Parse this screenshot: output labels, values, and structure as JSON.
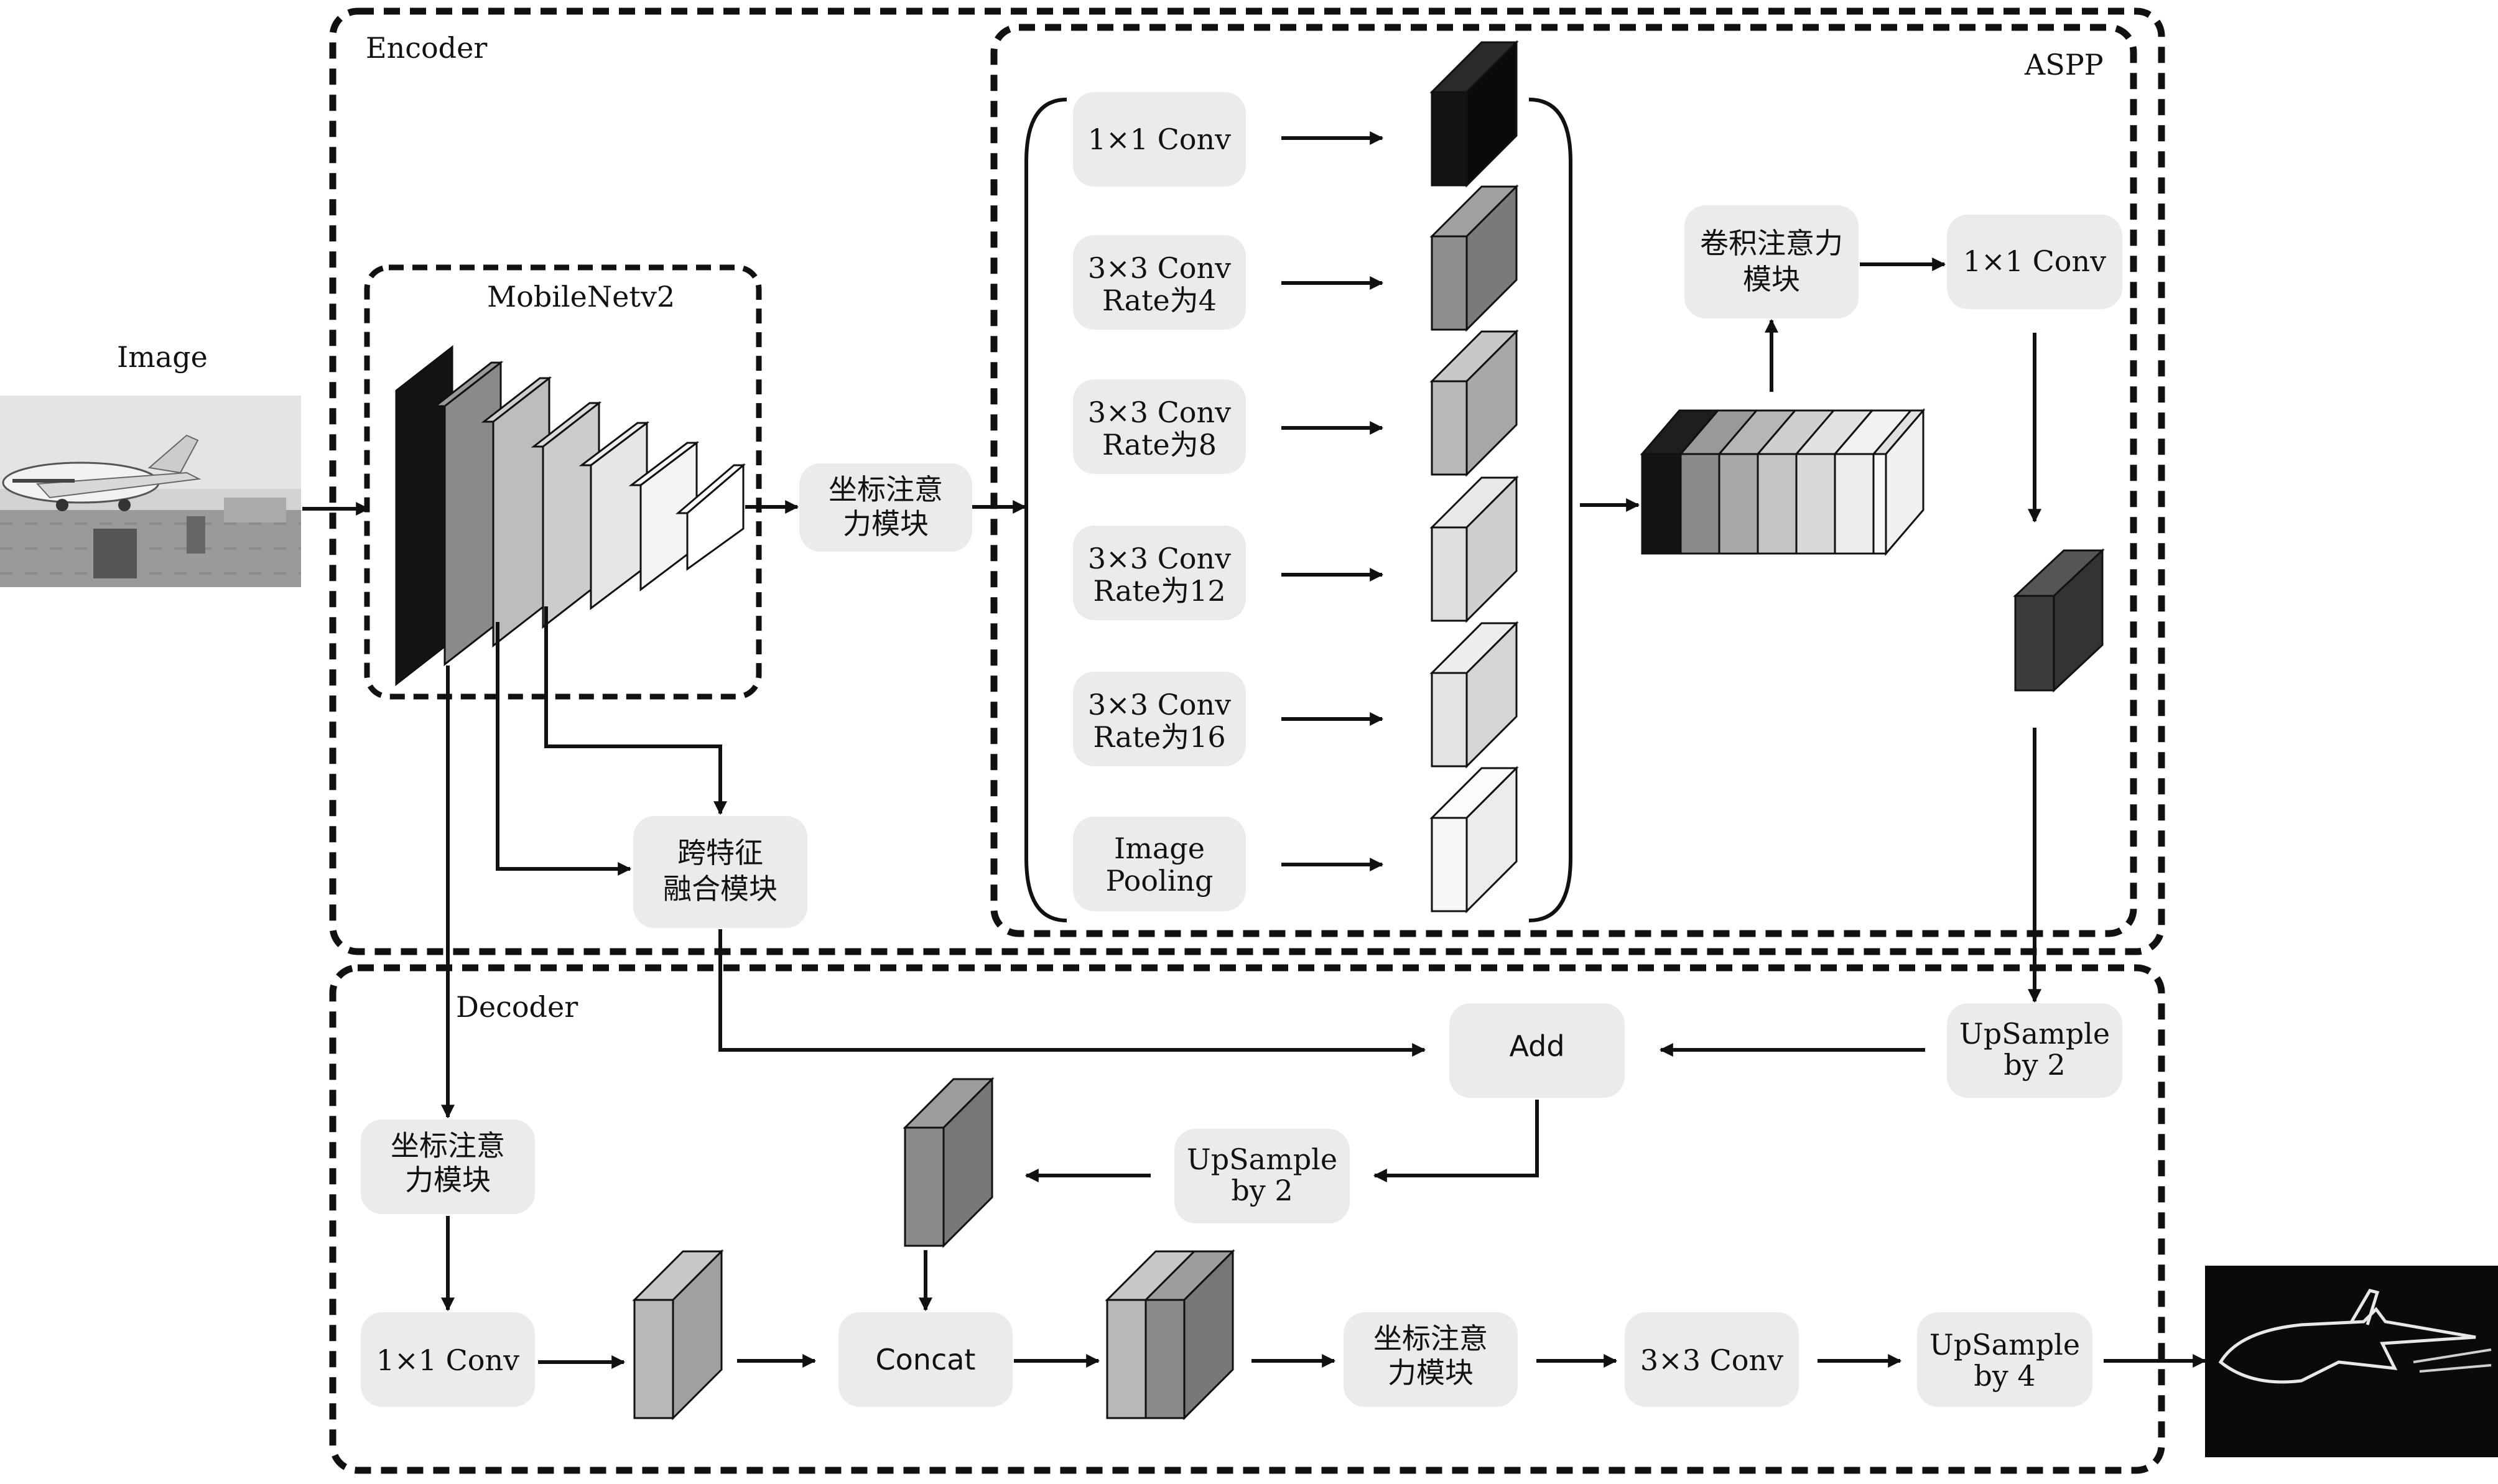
{
  "labels": {
    "input": "Image",
    "encoder": "Encoder",
    "decoder": "Decoder",
    "aspp": "ASPP",
    "mobilenet": "MobileNetv2"
  },
  "blocks": {
    "coord_attn_1": [
      "坐标注意",
      "力模块"
    ],
    "cross_feature": [
      "跨特征",
      "融合模块"
    ],
    "aspp_conv1": [
      "1×1 Conv"
    ],
    "aspp_rate4": [
      "3×3 Conv",
      "Rate为4"
    ],
    "aspp_rate8": [
      "3×3 Conv",
      "Rate为8"
    ],
    "aspp_rate12": [
      "3×3 Conv",
      "Rate为12"
    ],
    "aspp_rate16": [
      "3×3 Conv",
      "Rate为16"
    ],
    "aspp_pool": [
      "Image",
      "Pooling"
    ],
    "conv_attn": [
      "卷积注意力",
      "模块"
    ],
    "aspp_out_conv": [
      "1×1 Conv"
    ],
    "upsample_2a": [
      "UpSample",
      "by 2"
    ],
    "add": [
      "Add"
    ],
    "upsample_2b": [
      "UpSample",
      "by 2"
    ],
    "coord_attn_2": [
      "坐标注意",
      "力模块"
    ],
    "dec_conv1": [
      "1×1 Conv"
    ],
    "concat": [
      "Concat"
    ],
    "coord_attn_3": [
      "坐标注意",
      "力模块"
    ],
    "dec_conv3": [
      "3×3 Conv"
    ],
    "upsample_4": [
      "UpSample",
      "by 4"
    ]
  },
  "colors": {
    "block_fill": "#ebebeb",
    "line": "#111111",
    "black": "#141414",
    "dark": "#3c3c3c",
    "mid": "#8a8a8a",
    "light": "#bdbdbd",
    "lighter": "#d9d9d9",
    "white": "#f4f4f4"
  }
}
